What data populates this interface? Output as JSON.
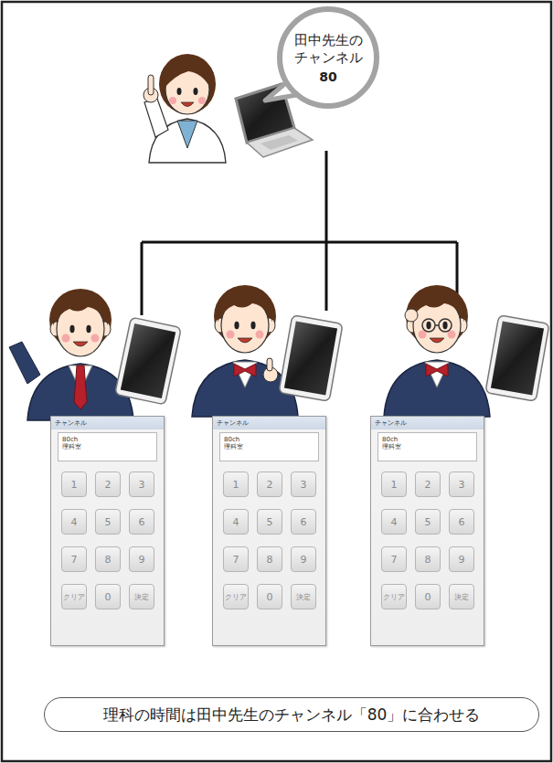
{
  "diagram": {
    "nodes": [
      {
        "text": [
          "田中先生の チャンネル",
          "80"
        ]
      },
      {
        "text": [
          "チャンネル"
        ]
      },
      {
        "text": [
          "80ch 理科室"
        ],
        "in": 1
      },
      {
        "text": [
          "1"
        ],
        "in": 1
      },
      {
        "text": [
          "2"
        ],
        "in": 1
      },
      {
        "text": [
          "3"
        ],
        "in": 1
      },
      {
        "text": [
          "4"
        ],
        "in": 1
      },
      {
        "text": [
          "5"
        ],
        "in": 1
      },
      {
        "text": [
          "6"
        ],
        "in": 1
      },
      {
        "text": [
          "7"
        ],
        "in": 1
      },
      {
        "text": [
          "8"
        ],
        "in": 1
      },
      {
        "text": [
          "9"
        ],
        "in": 1
      },
      {
        "text": [
          "クリア"
        ],
        "in": 1
      },
      {
        "text": [
          "0"
        ],
        "in": 1
      },
      {
        "text": [
          "決定"
        ],
        "in": 1
      },
      {
        "text": [
          "チャンネル"
        ]
      },
      {
        "text": [
          "80ch 理科室"
        ],
        "in": 15
      },
      {
        "text": [
          "1"
        ],
        "in": 15
      },
      {
        "text": [
          "2"
        ],
        "in": 15
      },
      {
        "text": [
          "3"
        ],
        "in": 15
      },
      {
        "text": [
          "4"
        ],
        "in": 15
      },
      {
        "text": [
          "5"
        ],
        "in": 15
      },
      {
        "text": [
          "6"
        ],
        "in": 15
      },
      {
        "text": [
          "7"
        ],
        "in": 15
      },
      {
        "text": [
          "8"
        ],
        "in": 15
      },
      {
        "text": [
          "9"
        ],
        "in": 15
      },
      {
        "text": [
          "クリア"
        ],
        "in": 15
      },
      {
        "text": [
          "0"
        ],
        "in": 15
      },
      {
        "text": [
          "決定"
        ],
        "in": 15
      },
      {
        "text": [
          "チャンネル"
        ]
      },
      {
        "text": [
          "80ch 理科室"
        ],
        "in": 29
      },
      {
        "text": [
          "1"
        ],
        "in": 29
      },
      {
        "text": [
          "2"
        ],
        "in": 29
      },
      {
        "text": [
          "3"
        ],
        "in": 29
      },
      {
        "text": [
          "4"
        ],
        "in": 29
      },
      {
        "text": [
          "5"
        ],
        "in": 29
      },
      {
        "text": [
          "6"
        ],
        "in": 29
      },
      {
        "text": [
          "7"
        ],
        "in": 29
      },
      {
        "text": [
          "8"
        ],
        "in": 29
      },
      {
        "text": [
          "9"
        ],
        "in": 29
      },
      {
        "text": [
          "クリア"
        ],
        "in": 29
      },
      {
        "text": [
          "0"
        ],
        "in": 29
      },
      {
        "text": [
          "決定"
        ],
        "in": 29
      },
      {
        "text": [
          "理科の時間は田中先生のチャンネル「80」に合わせる"
        ]
      }
    ]
  }
}
